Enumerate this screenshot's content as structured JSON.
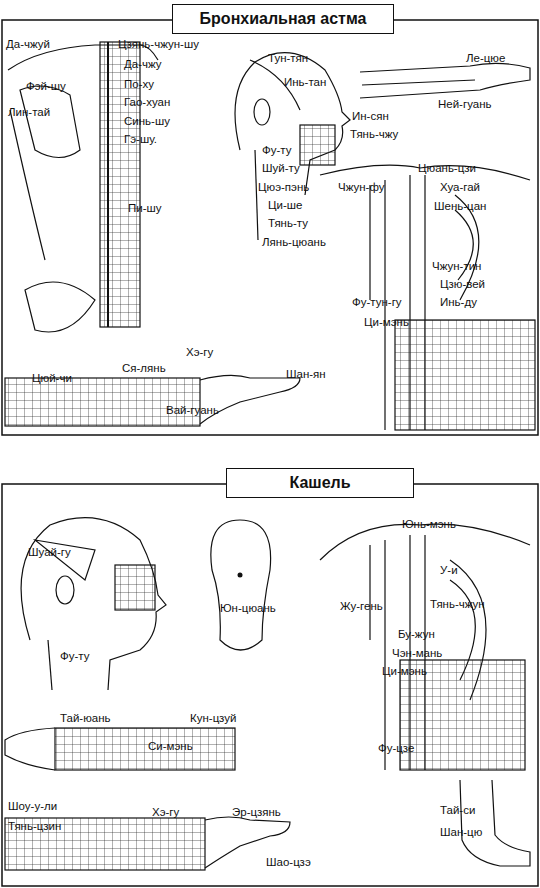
{
  "diagram": {
    "nodes": [
      {
        "text": [
          "Бронхиальная астма"
        ]
      },
      {
        "text": [
          "Кашель"
        ]
      }
    ],
    "labels": [
      "Да-чжуй",
      "Цзянь-чжун-шу",
      "Тун-тян",
      "Ле-цюе",
      "Да-чжу",
      "Инь-тан",
      "Фэй-шу",
      "По-ху",
      "Ней-гуань",
      "Гао-хуан",
      "Ин-сян",
      "Лин-тай",
      "Синь-шу",
      "Тянь-чжу",
      "Гэ-шу.",
      "Фу-ту",
      "Шуй-ту",
      "Цюань-цзи",
      "Цюэ-пэнь",
      "Чжун-фу",
      "Хуа-гай",
      "Пи-шу",
      "Ци-ше",
      "Шень-цан",
      "Тянь-ту",
      "Лянь-цюань",
      "Чжун-тин",
      "Цзю-вей",
      "Фу-тун-гу",
      "Инь-ду",
      "Ци-мэнь",
      "Хэ-гу",
      "Ся-лянь",
      "Шан-ян",
      "Цюй-чи",
      "Вай-гуань",
      "Шуай-гу",
      "Юнь-мэнь",
      "У-и",
      "Юн-цюань",
      "Жу-гень",
      "Тянь-чжун",
      "Бу-жун",
      "Чэн-мань",
      "Фу-ту",
      "Ци-мэнь",
      "Тай-юань",
      "Кун-цзуй",
      "Си-мэнь",
      "Фу-цзе",
      "Шоу-у-ли",
      "Хэ-гу",
      "Эр-цзянь",
      "Тай-си",
      "Тянь-цзин",
      "Шан-цю",
      "Шао-цзэ"
    ]
  }
}
